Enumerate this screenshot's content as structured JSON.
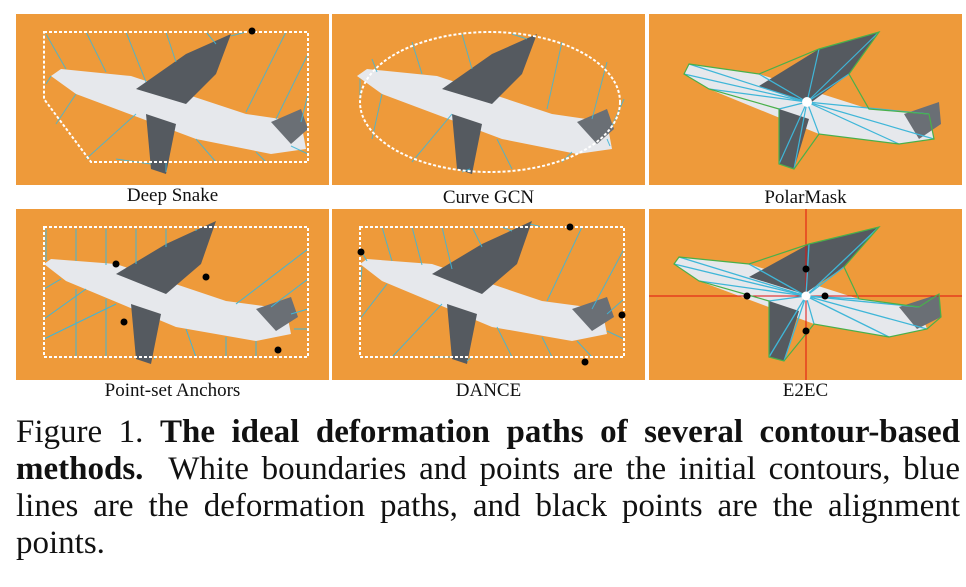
{
  "panels": [
    {
      "id": "deep-snake",
      "label": "Deep Snake"
    },
    {
      "id": "curve-gcn",
      "label": "Curve GCN"
    },
    {
      "id": "polarmask",
      "label": "PolarMask"
    },
    {
      "id": "point-set-anchors",
      "label": "Point-set Anchors"
    },
    {
      "id": "dance",
      "label": "DANCE"
    },
    {
      "id": "e2ec",
      "label": "E2EC"
    }
  ],
  "caption": {
    "prefix": "Figure 1.",
    "title": "The ideal deformation paths of several contour-based methods.",
    "text": "White boundaries and points are the initial contours, blue lines are the deformation paths, and black points are the alignment points."
  },
  "colors": {
    "background": "#ee9a3a",
    "initial_contour": "#ffffff",
    "deformation_path": "#3fb6d8",
    "object_contour": "#49b04a",
    "alignment_point": "#000000",
    "e2ec_axis": "#e01010"
  }
}
